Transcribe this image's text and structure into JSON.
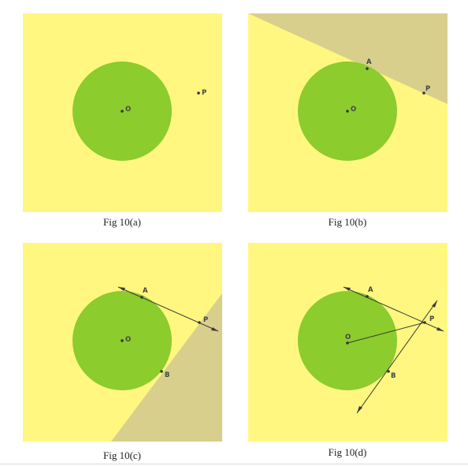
{
  "colors": {
    "background": "#fff77f",
    "shaded": "#d9cf8c",
    "circle": "#8ccc2c",
    "line": "#3a3a3a",
    "point": "#333333",
    "label": "#444444"
  },
  "figures": [
    {
      "id": "a",
      "caption": "Fig 10(a)",
      "labels": {
        "O": "O",
        "P": "P"
      }
    },
    {
      "id": "b",
      "caption": "Fig 10(b)",
      "labels": {
        "O": "O",
        "P": "P",
        "A": "A"
      }
    },
    {
      "id": "c",
      "caption": "Fig 10(c)",
      "labels": {
        "O": "O",
        "P": "P",
        "A": "A",
        "B": "B"
      }
    },
    {
      "id": "d",
      "caption": "Fig 10(d)",
      "labels": {
        "O": "O",
        "P": "P",
        "A": "A",
        "B": "B"
      }
    }
  ]
}
